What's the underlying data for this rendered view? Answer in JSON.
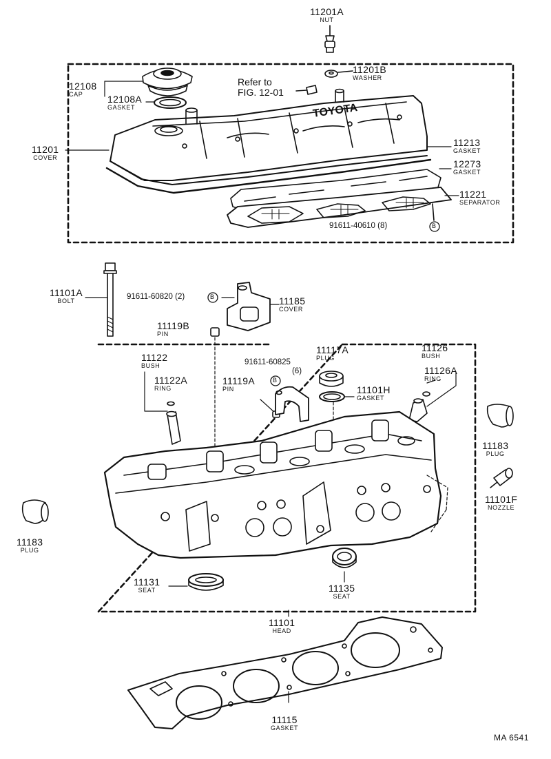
{
  "catalog_code": "MA 6541",
  "reference_note": {
    "line1": "Refer to",
    "line2": "FIG. 12-01"
  },
  "codes": {
    "cover_bolt": "91611-40610 (8)",
    "cover_bolt_mark": "B",
    "water_cover_bolt": "91611-60820 (2)",
    "water_cover_bolt_mark": "B",
    "cam_cap_bolt_line1": "91611-60825",
    "cam_cap_bolt_line2": "(6)",
    "cam_cap_bolt_mark": "B"
  },
  "parts": {
    "nut": {
      "number": "11201A",
      "name": "NUT"
    },
    "washer": {
      "number": "11201B",
      "name": "WASHER"
    },
    "cap": {
      "number": "12108",
      "name": "CAP"
    },
    "cap_gasket": {
      "number": "12108A",
      "name": "GASKET"
    },
    "cover": {
      "number": "11201",
      "name": "COVER"
    },
    "cover_gasket": {
      "number": "11213",
      "name": "GASKET"
    },
    "separator_gasket": {
      "number": "12273",
      "name": "GASKET"
    },
    "separator": {
      "number": "11221",
      "name": "SEPARATOR"
    },
    "bolt": {
      "number": "11101A",
      "name": "BOLT"
    },
    "water_cover": {
      "number": "11185",
      "name": "COVER"
    },
    "pin_b": {
      "number": "11119B",
      "name": "PIN"
    },
    "bush": {
      "number": "11122",
      "name": "BUSH"
    },
    "bush_ring": {
      "number": "11122A",
      "name": "RING"
    },
    "pin_a": {
      "number": "11119A",
      "name": "PIN"
    },
    "plug_a": {
      "number": "11117A",
      "name": "PLUG"
    },
    "plug_gasket": {
      "number": "11101H",
      "name": "GASKET"
    },
    "bush_rear": {
      "number": "11126",
      "name": "BUSH"
    },
    "ring_rear": {
      "number": "11126A",
      "name": "RING"
    },
    "plug_right": {
      "number": "11183",
      "name": "PLUG"
    },
    "nozzle": {
      "number": "11101F",
      "name": "NOZZLE"
    },
    "plug_left": {
      "number": "11183",
      "name": "PLUG"
    },
    "seat_left": {
      "number": "11131",
      "name": "SEAT"
    },
    "seat_right": {
      "number": "11135",
      "name": "SEAT"
    },
    "head": {
      "number": "11101",
      "name": "HEAD"
    },
    "head_gasket": {
      "number": "11115",
      "name": "GASKET"
    }
  }
}
